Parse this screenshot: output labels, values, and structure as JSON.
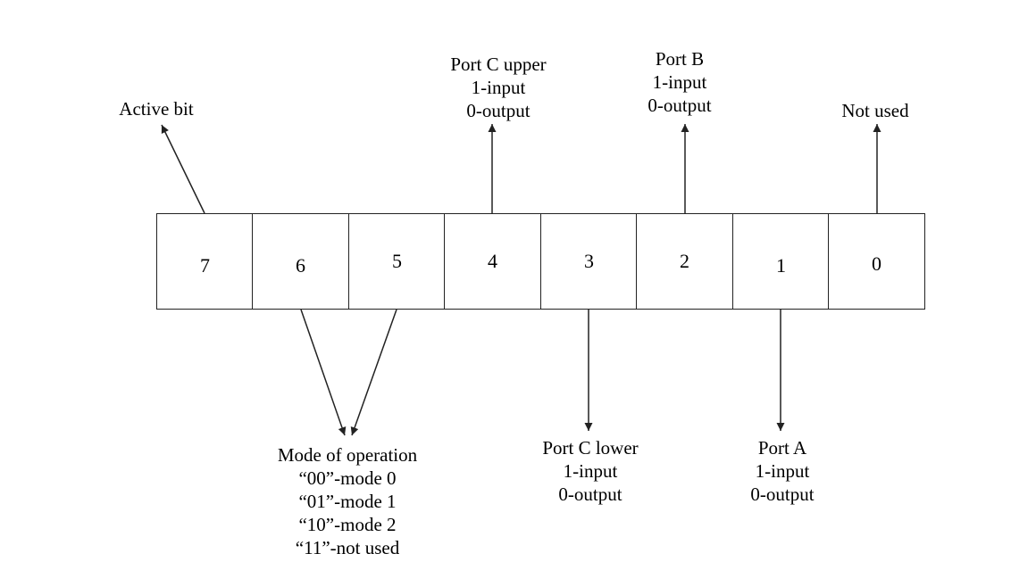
{
  "bits": [
    "7",
    "6",
    "5",
    "4",
    "3",
    "2",
    "1",
    "0"
  ],
  "labels": {
    "active_bit": [
      "Active bit"
    ],
    "port_c_upper": [
      "Port C upper",
      "1-input",
      "0-output"
    ],
    "port_b": [
      "Port B",
      "1-input",
      "0-output"
    ],
    "not_used": [
      "Not used"
    ],
    "mode": [
      "Mode of operation",
      "“00”-mode 0",
      "“01”-mode 1",
      "“10”-mode 2",
      "“11”-not used"
    ],
    "port_c_lower": [
      "Port C lower",
      "1-input",
      "0-output"
    ],
    "port_a": [
      "Port A",
      "1-input",
      "0-output"
    ]
  },
  "colors": {
    "line": "#222222",
    "text": "#000000",
    "background": "#ffffff"
  }
}
